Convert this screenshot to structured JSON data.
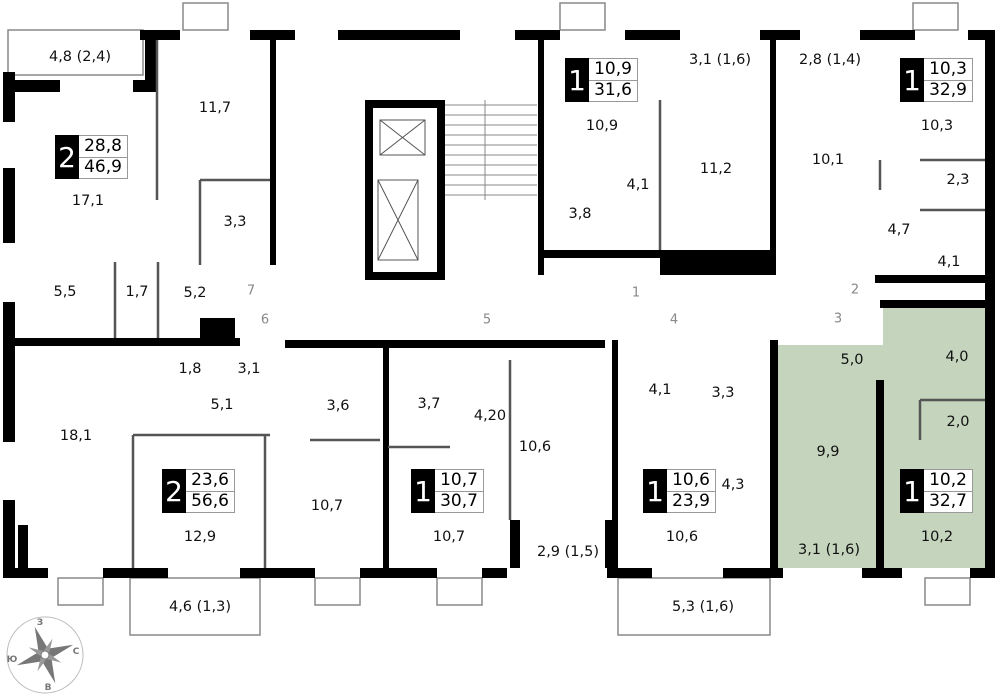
{
  "colors": {
    "wall": "#000000",
    "highlight": "#c5d4bd",
    "door_number": "#888888"
  },
  "apartments": [
    {
      "rooms": "2",
      "living": "28,8",
      "total": "46,9"
    },
    {
      "rooms": "1",
      "living": "10,9",
      "total": "31,6"
    },
    {
      "rooms": "1",
      "living": "10,3",
      "total": "32,9"
    },
    {
      "rooms": "2",
      "living": "23,6",
      "total": "56,6"
    },
    {
      "rooms": "1",
      "living": "10,7",
      "total": "30,7"
    },
    {
      "rooms": "1",
      "living": "10,6",
      "total": "23,9"
    },
    {
      "rooms": "1",
      "living": "10,2",
      "total": "32,7",
      "highlighted": true
    }
  ],
  "rooms": [
    "4,8 (2,4)",
    "11,7",
    "17,1",
    "3,3",
    "5,5",
    "1,7",
    "5,2",
    "10,9",
    "3,1 (1,6)",
    "2,8 (1,4)",
    "10,3",
    "11,2",
    "10,1",
    "4,1",
    "3,8",
    "2,3",
    "4,7",
    "4,1",
    "1,8",
    "3,1",
    "5,1",
    "18,1",
    "3,6",
    "3,7",
    "4,20",
    "10,6",
    "4,1",
    "3,3",
    "5,0",
    "4,0",
    "9,9",
    "2,0",
    "4,3",
    "10,7",
    "12,9",
    "10,7",
    "10,2",
    "10,6",
    "2,9 (1,5)",
    "3,1 (1,6)",
    "4,6 (1,3)",
    "5,3 (1,6)"
  ],
  "door_numbers": [
    "7",
    "6",
    "5",
    "1",
    "4",
    "2",
    "3"
  ],
  "compass": {
    "west": "З",
    "north": "С",
    "south": "Ю",
    "east": "В"
  }
}
